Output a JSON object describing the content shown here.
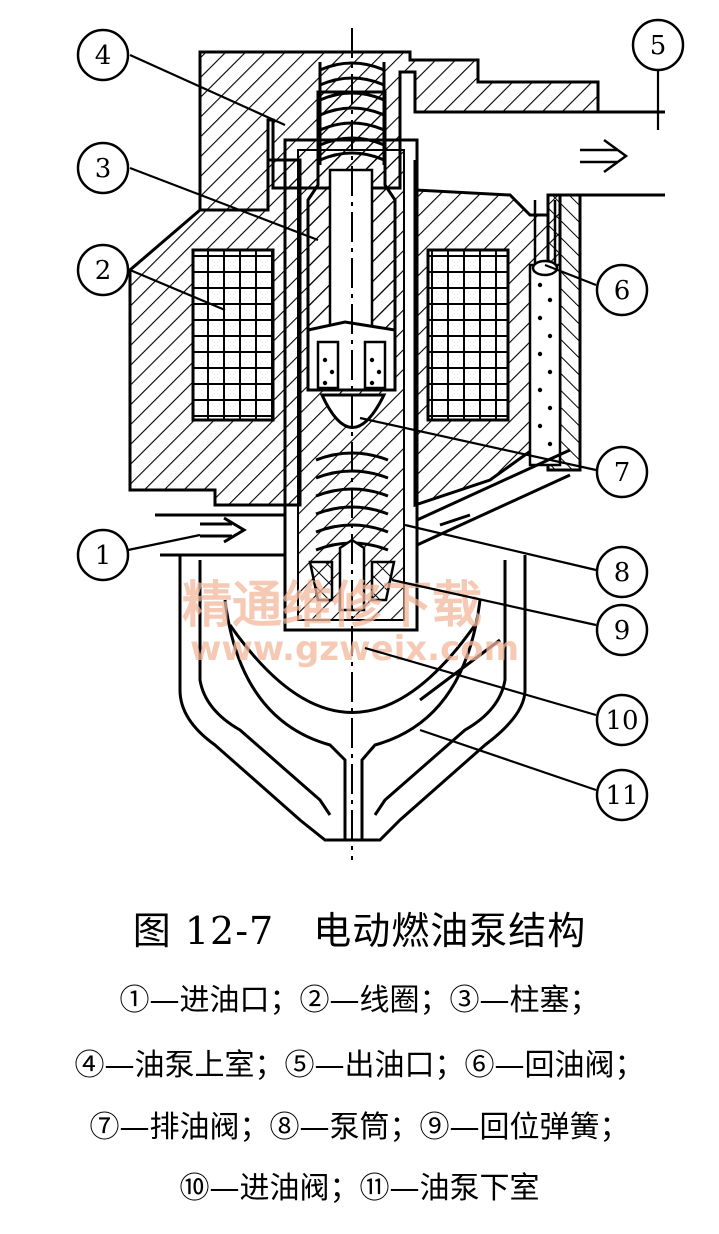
{
  "figure": {
    "title": "图 12-7　电动燃油泵结构",
    "legend_lines": [
      "①—进油口；②—线圈；③—柱塞；",
      "④—油泵上室；⑤—出油口；⑥—回油阀；",
      "⑦—排油阀；⑧—泵筒；⑨—回位弹簧；",
      "⑩—进油阀；⑪—油泵下室"
    ]
  },
  "callouts": [
    {
      "number": "1",
      "name": "进油口"
    },
    {
      "number": "2",
      "name": "线圈"
    },
    {
      "number": "3",
      "name": "柱塞"
    },
    {
      "number": "4",
      "name": "油泵上室"
    },
    {
      "number": "5",
      "name": "出油口"
    },
    {
      "number": "6",
      "name": "回油阀"
    },
    {
      "number": "7",
      "name": "排油阀"
    },
    {
      "number": "8",
      "name": "泵筒"
    },
    {
      "number": "9",
      "name": "回位弹簧"
    },
    {
      "number": "10",
      "name": "进油阀"
    },
    {
      "number": "11",
      "name": "油泵下室"
    }
  ],
  "watermark": {
    "line1": "精通维修下载",
    "line2": "www.gzweix.com"
  },
  "colors": {
    "ink": "#000000",
    "watermark": "#f2b79a"
  }
}
